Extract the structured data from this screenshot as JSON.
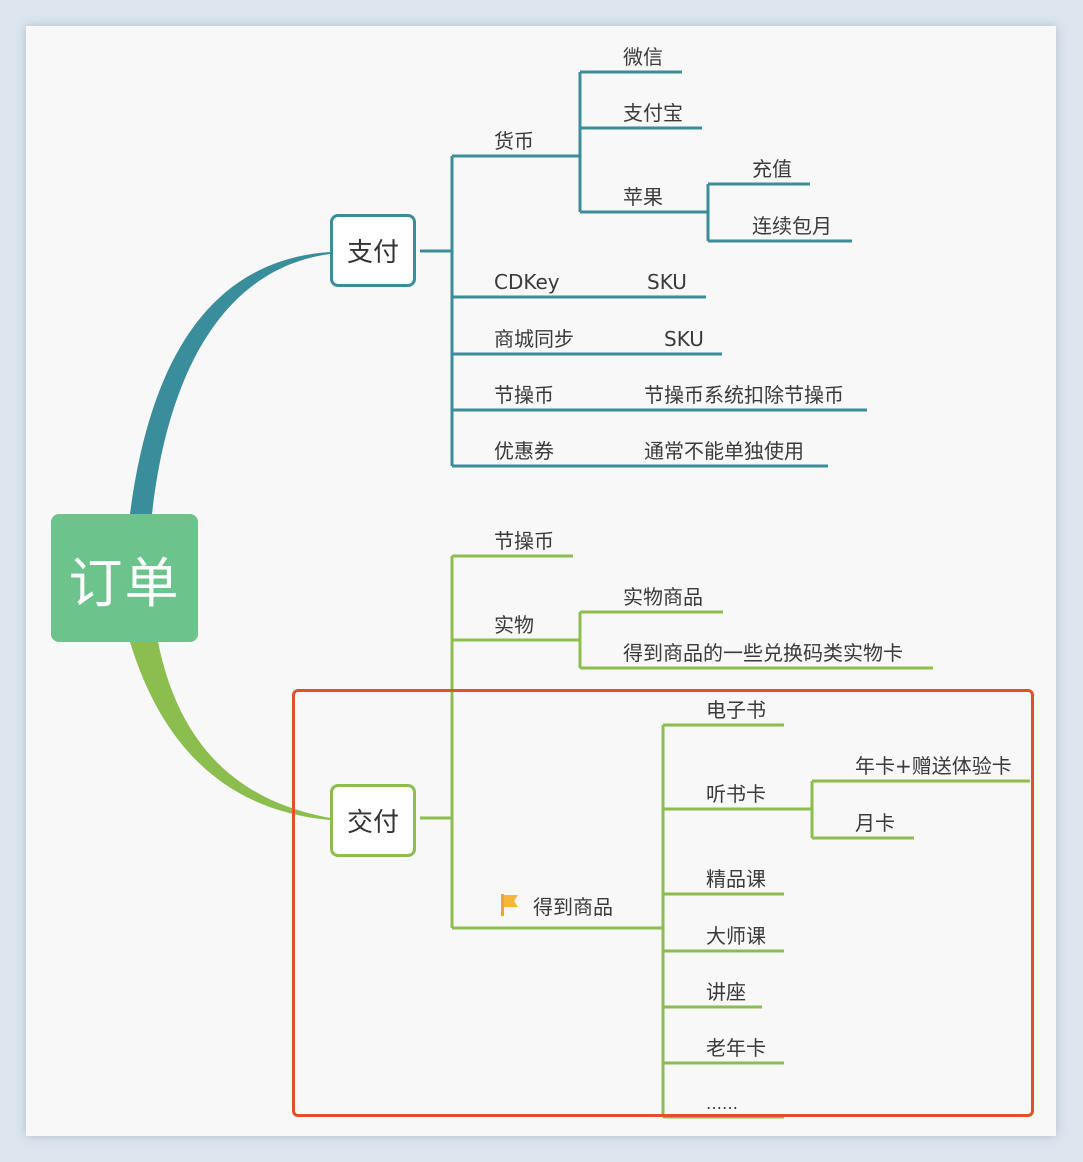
{
  "root": {
    "label": "订单"
  },
  "branches": {
    "pay": {
      "label": "支付",
      "currency": {
        "label": "货币",
        "wechat": "微信",
        "alipay": "支付宝",
        "apple": {
          "label": "苹果",
          "recharge": "充值",
          "monthly": "连续包月"
        }
      },
      "cdkey": {
        "label": "CDKey",
        "note": "SKU"
      },
      "mall_sync": {
        "label": "商城同步",
        "note": "SKU"
      },
      "coin": {
        "label": "节操币",
        "note": "节操币系统扣除节操币"
      },
      "coupon": {
        "label": "优惠券",
        "note": "通常不能单独使用"
      }
    },
    "deliver": {
      "label": "交付",
      "coin": {
        "label": "节操币"
      },
      "physical": {
        "label": "实物",
        "goods": "实物商品",
        "card": "得到商品的一些兑换码类实物卡"
      },
      "dedao": {
        "label": "得到商品",
        "ebook": "电子书",
        "audio_card": {
          "label": "听书卡",
          "annual": "年卡+赠送体验卡",
          "month": "月卡"
        },
        "course": "精品课",
        "master": "大师课",
        "lecture": "讲座",
        "senior": "老年卡",
        "more": "……"
      }
    }
  },
  "colors": {
    "pay": "#3d8c99",
    "deliver": "#8bbd4f",
    "root": "#6cc38c",
    "highlight": "#e2502b"
  }
}
